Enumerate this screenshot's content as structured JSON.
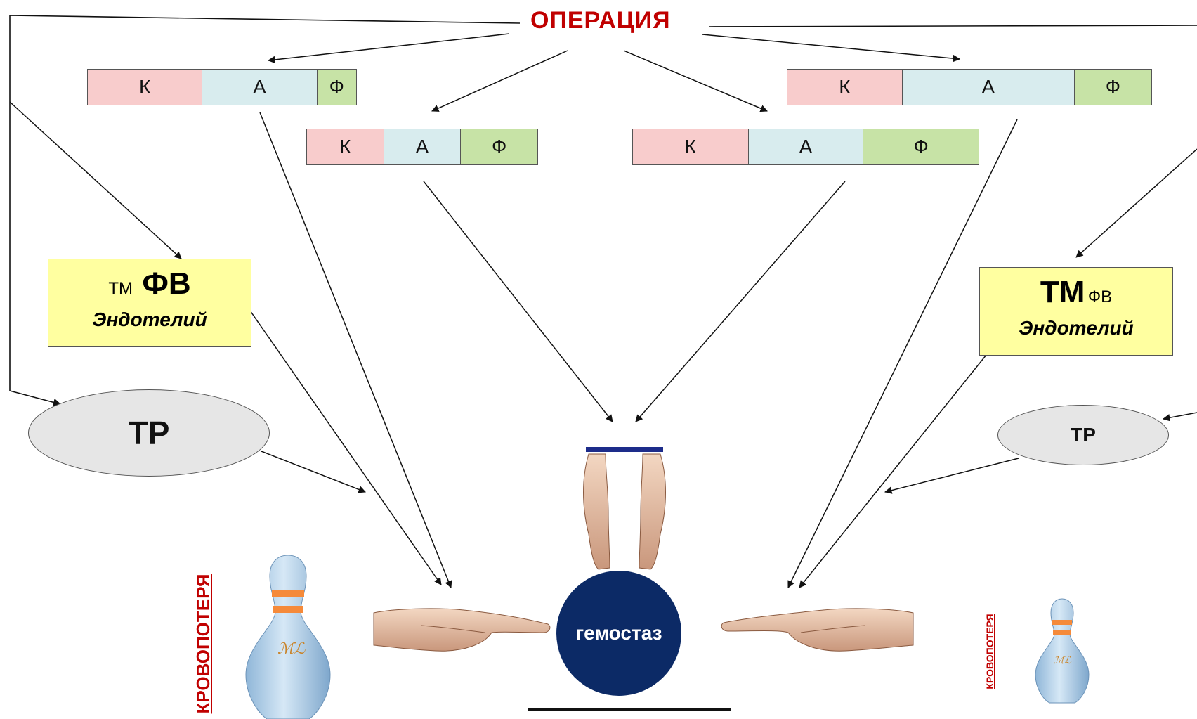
{
  "diagram": {
    "title": "ОПЕРАЦИЯ",
    "phase_bars": [
      {
        "k": "К",
        "a": "А",
        "f": "Ф"
      },
      {
        "k": "К",
        "a": "А",
        "f": "Ф"
      },
      {
        "k": "К",
        "a": "А",
        "f": "Ф"
      },
      {
        "k": "К",
        "a": "А",
        "f": "Ф"
      }
    ],
    "left_box": {
      "tm": "ТМ",
      "fv": "ФВ",
      "endothelium": "Эндотелий"
    },
    "right_box": {
      "tm": "ТМ",
      "fv": "ФВ",
      "endothelium": "Эндотелий"
    },
    "left_ellipse": "ТР",
    "right_ellipse": "ТР",
    "center": "гемостаз",
    "blood_loss_left": "КРОВОПОТЕРЯ",
    "blood_loss_right": "КРОВОПОТЕРЯ"
  },
  "colors": {
    "title": "#c00000",
    "k_segment": "#f8cccc",
    "a_segment": "#d8ecee",
    "f_segment": "#c7e3a6",
    "yellow_box": "#ffffa0",
    "ellipse": "#e6e6e6",
    "ball": "#0c2a66",
    "blood_loss": "#c00000",
    "pin": "#a9cbe6",
    "pin_stripe": "#f58a3a"
  },
  "icons": {
    "hands_top": "hands-pressing-icon",
    "hand_left": "pointing-hand-right-icon",
    "hand_right": "pointing-hand-left-icon",
    "pin_left": "bowling-pin-icon",
    "pin_right": "bowling-pin-icon"
  }
}
